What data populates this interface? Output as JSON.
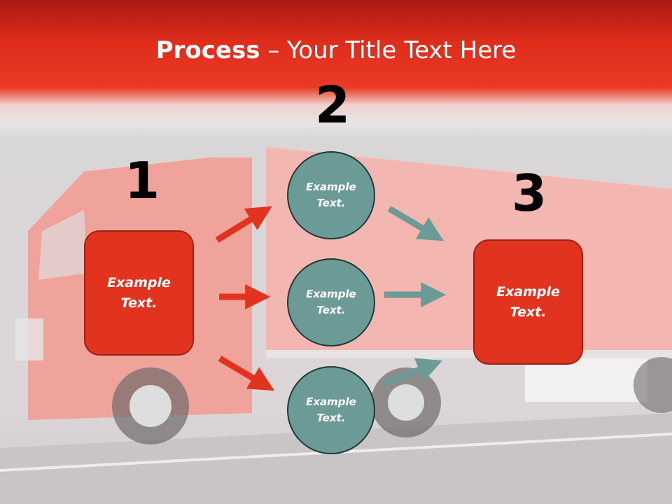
{
  "slide": {
    "title_bold": "Process",
    "title_rest": " – Your Title Text Here"
  },
  "steps": {
    "step1_number": "1",
    "step2_number": "2",
    "step3_number": "3"
  },
  "nodes": {
    "left_box_text_line1": "Example",
    "left_box_text_line2": "Text.",
    "circle_top_line1": "Example",
    "circle_top_line2": "Text.",
    "circle_middle_line1": "Example",
    "circle_middle_line2": "Text.",
    "circle_bottom_line1": "Example",
    "circle_bottom_line2": "Text.",
    "right_box_text_line1": "Example",
    "right_box_text_line2": "Text."
  },
  "colors": {
    "header_red": "#e2331f",
    "box_fill": "#e2331f",
    "circle_fill": "#6b9a97",
    "arrow_red": "#e2331f",
    "arrow_teal": "#6b9a97"
  }
}
